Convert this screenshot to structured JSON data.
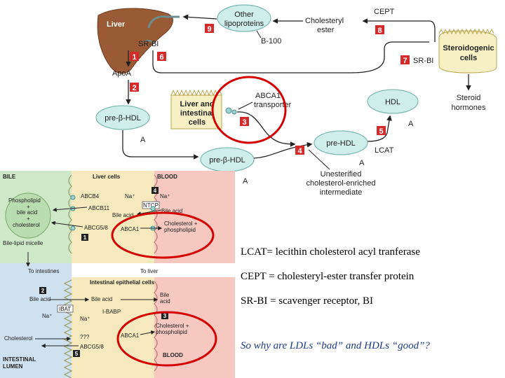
{
  "diagram": {
    "liver": "Liver",
    "other_lipoproteins": [
      "Other",
      "lipoproteins"
    ],
    "cholesteryl_ester": [
      "Cholesteryl",
      "ester"
    ],
    "cept": "CEPT",
    "sr_bi_left": "SR-BI",
    "sr_bi_right": "SR-BI",
    "b100": "B-100",
    "steroidogenic_cells": [
      "Steroidogenic",
      "cells"
    ],
    "apoa": "ApoA",
    "pre_beta_hdl_left": "pre-β-HDL",
    "a_left": "A",
    "liver_intestinal_cells": [
      "Liver and",
      "intestinal",
      "cells"
    ],
    "abca1_transporter": [
      "ABCA1",
      "transporter"
    ],
    "hdl": "HDL",
    "a_hdl": "A",
    "steroid_hormones": [
      "Steroid",
      "hormones"
    ],
    "pre_hdl": "pre-HDL",
    "lcat": "LCAT",
    "a_prehdl": "A",
    "pre_beta_hdl_center": "pre-β-HDL",
    "a_center": "A",
    "unesterified": [
      "Unesterified",
      "cholesterol-enriched",
      "intermediate"
    ],
    "steps": [
      "1",
      "2",
      "3",
      "4",
      "5",
      "6",
      "7",
      "8",
      "9"
    ]
  },
  "cell_figure": {
    "bile": "BILE",
    "liver_cells": "Liver cells",
    "blood_top": "BLOOD",
    "abcb4": "ABCB4",
    "na_plus_1": "Na⁺",
    "na_plus_2": "Na⁺",
    "ntcp": "NTCP",
    "phospholipid": "Phospholipid",
    "plus_1": "+",
    "bile_acid_1": "bile acid",
    "plus_2": "+",
    "cholesterol_1": "cholesterol",
    "abcb11": "ABCB11",
    "bile_acid_2": "Bile acid",
    "bile_acid_3": "Bile acid",
    "abcg58_top": "ABCG5/8",
    "abca1_top": "ABCA1",
    "cholesterol_pl_top": [
      "Cholesterol +",
      "phospholipid"
    ],
    "bile_lipid_micelle": "Bile-lipid micelle",
    "to_intestines": "To intestines",
    "to_liver": "To liver",
    "intestinal_epithelial_cells": "Intestinal epithelial cells",
    "bile_acid_4": "Bile acid",
    "bile_acid_5": "Bile acid",
    "bile_acid_6": [
      "Bile",
      "acid"
    ],
    "ibat": "IBAT",
    "na_plus_3": "Na⁺",
    "na_plus_4": "Na⁺",
    "i_babp": "I-BABP",
    "cholesterol_2": "Cholesterol",
    "unknown": "???",
    "abca1_bottom": "ABCA1",
    "cholesterol_pl_bottom": [
      "Cholesterol +",
      "phospholipid"
    ],
    "abcg58_bottom": "ABCG5/8",
    "blood_bottom": "BLOOD",
    "intestinal_lumen": [
      "INTESTINAL",
      "LUMEN"
    ],
    "steps": [
      "1",
      "2",
      "3",
      "4",
      "5"
    ]
  },
  "definitions": {
    "lcat": "LCAT= lecithin cholesterol acyl tranferase",
    "cept": "CEPT = cholesteryl-ester transfer protein",
    "srbi": "SR-BI = scavenger receptor, BI",
    "question": "So why are LDLs “bad” and HDLs “good”?"
  },
  "colors": {
    "liver": "#9a5a35",
    "lipoprotein": "#cfeee9",
    "step_marker": "#d42a2a",
    "highlight_circle": "#d40000",
    "bile_bg": "#cfe9c8",
    "liver_cells_bg": "#f6e9bd",
    "blood_bg": "#f6c8c0",
    "intestine_bg": "#cfe0ef",
    "question_text": "#1f3a8a"
  }
}
